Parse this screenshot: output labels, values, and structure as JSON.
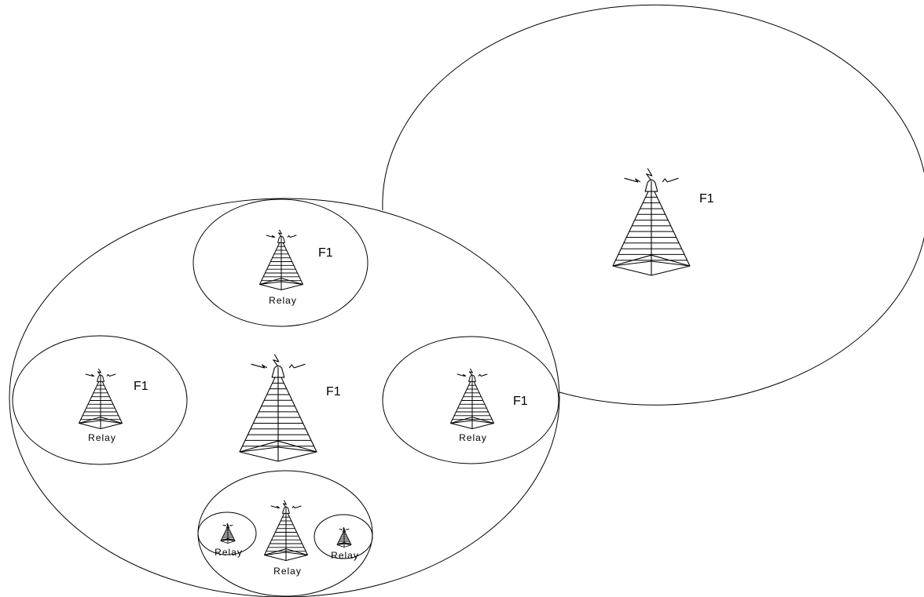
{
  "macro_right": {
    "frequency": "F1"
  },
  "macro_left": {
    "frequency": "F1",
    "relay_top": {
      "label": "Relay",
      "frequency": "F1"
    },
    "relay_left": {
      "label": "Relay",
      "frequency": "F1"
    },
    "relay_right": {
      "label": "Relay",
      "frequency": "F1"
    },
    "relay_bottom": {
      "label": "Relay",
      "sub_relay_left": {
        "label": "Relay"
      },
      "sub_relay_right": {
        "label": "Relay"
      }
    }
  }
}
